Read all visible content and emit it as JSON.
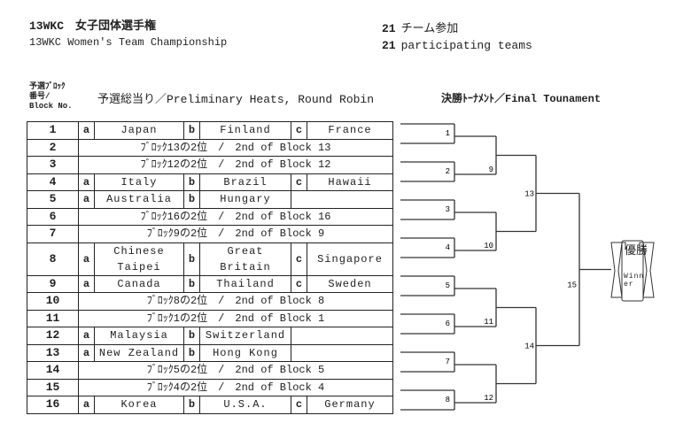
{
  "header": {
    "title_jp": "13WKC　女子団体選手権",
    "title_en": "13WKC Women's Team Championship",
    "teams_count": "21",
    "teams_jp": "チーム参加",
    "teams_en": "participating teams"
  },
  "block_header": "予選ﾌﾞﾛｯｸ\n番号/\nBlock No.",
  "prelim_title": "予選総当り／Preliminary Heats, Round Robin",
  "final_title": "決勝ﾄｰﾅﾒﾝﾄ／Final Tounament",
  "slot_labels": [
    "a",
    "b",
    "c"
  ],
  "blocks": [
    {
      "no": "1",
      "teams": [
        "Japan",
        "Finland",
        "France"
      ]
    },
    {
      "no": "2",
      "note": "ﾌﾞﾛｯｸ13の2位　/　2nd of Block 13"
    },
    {
      "no": "3",
      "note": "ﾌﾞﾛｯｸ12の2位　/　2nd of Block 12"
    },
    {
      "no": "4",
      "teams": [
        "Italy",
        "Brazil",
        "Hawaii"
      ]
    },
    {
      "no": "5",
      "teams": [
        "Australia",
        "Hungary"
      ]
    },
    {
      "no": "6",
      "note": "ﾌﾞﾛｯｸ16の2位　/　2nd of Block 16"
    },
    {
      "no": "7",
      "note": "ﾌﾞﾛｯｸ9の2位　/　2nd of Block 9"
    },
    {
      "no": "8",
      "teams": [
        "Chinese Taipei",
        "Great Britain",
        "Singapore"
      ]
    },
    {
      "no": "9",
      "teams": [
        "Canada",
        "Thailand",
        "Sweden"
      ]
    },
    {
      "no": "10",
      "note": "ﾌﾞﾛｯｸ8の2位　/　2nd of Block 8"
    },
    {
      "no": "11",
      "note": "ﾌﾞﾛｯｸ1の2位　/　2nd of Block 1"
    },
    {
      "no": "12",
      "teams": [
        "Malaysia",
        "Switzerland"
      ]
    },
    {
      "no": "13",
      "teams": [
        "New Zealand",
        "Hong Kong"
      ]
    },
    {
      "no": "14",
      "note": "ﾌﾞﾛｯｸ5の2位　/　2nd of Block 5"
    },
    {
      "no": "15",
      "note": "ﾌﾞﾛｯｸ4の2位　/　2nd of Block 4"
    },
    {
      "no": "16",
      "teams": [
        "Korea",
        "U.S.A.",
        "Germany"
      ]
    }
  ],
  "bracket": {
    "round1": [
      "1",
      "2",
      "3",
      "4",
      "5",
      "6",
      "7",
      "8"
    ],
    "round2": [
      "9",
      "10",
      "11",
      "12"
    ],
    "semis": [
      "13",
      "14"
    ],
    "final": "15",
    "winner_jp": "優勝",
    "winner_en": "Winn er"
  }
}
